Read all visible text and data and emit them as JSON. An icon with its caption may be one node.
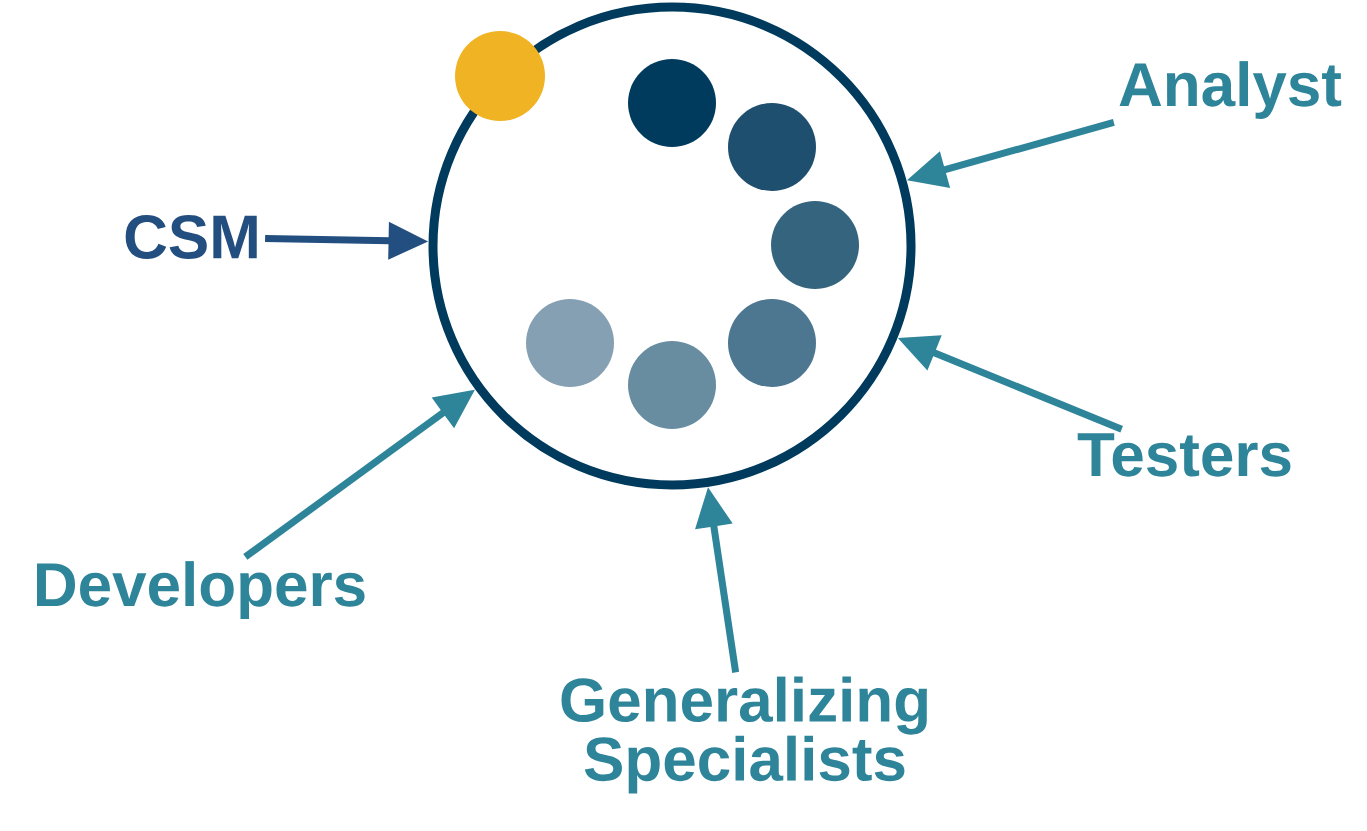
{
  "diagram": {
    "nodes": [
      {
        "text": [],
        "shape": "circle"
      },
      {
        "text": [
          "CSM"
        ]
      },
      {
        "text": [
          "Analyst"
        ]
      },
      {
        "text": [
          "Testers"
        ]
      },
      {
        "text": [
          "Developers"
        ]
      },
      {
        "text": [
          "Generalizing Specialists"
        ]
      }
    ],
    "edges": [
      {
        "from": 1,
        "to": 0,
        "arrow": "to",
        "color": "#234e80"
      },
      {
        "from": 2,
        "to": 0,
        "arrow": "to"
      },
      {
        "from": 3,
        "to": 0,
        "arrow": "to"
      },
      {
        "from": 4,
        "to": 0,
        "arrow": "to"
      },
      {
        "from": 5,
        "to": 0,
        "arrow": "to"
      }
    ]
  }
}
